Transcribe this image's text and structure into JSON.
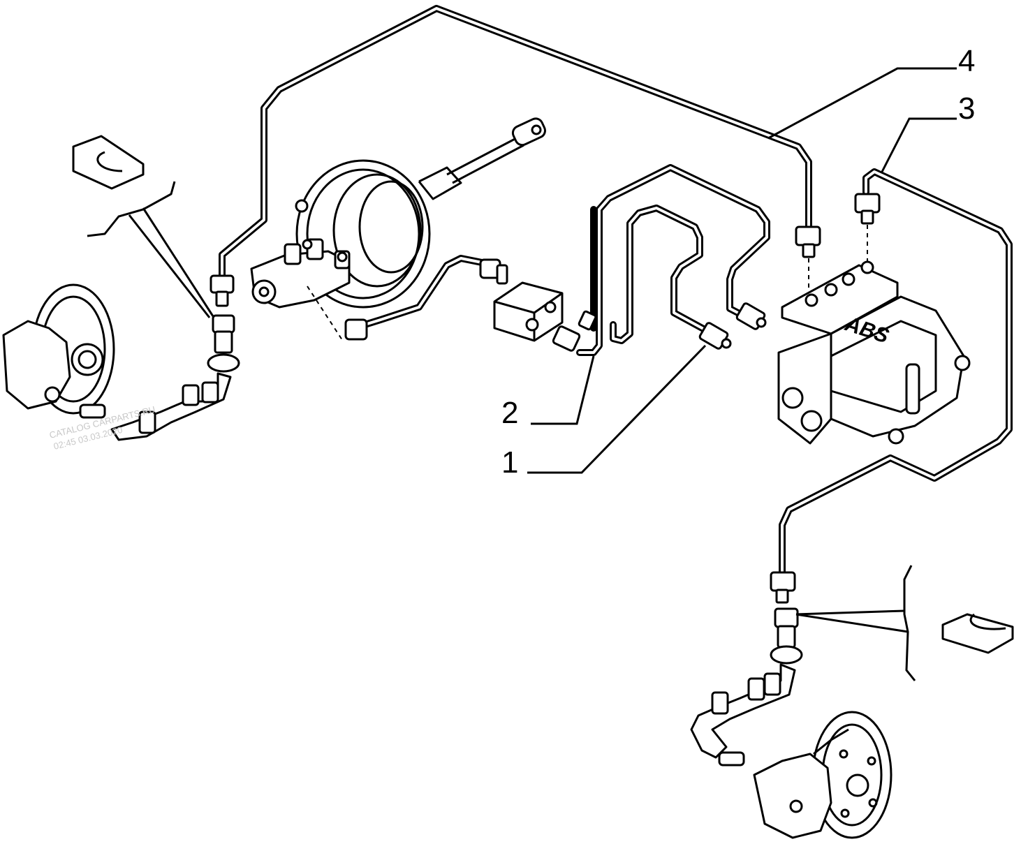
{
  "diagram": {
    "callouts": [
      {
        "id": "1",
        "text": "1"
      },
      {
        "id": "2",
        "text": "2"
      },
      {
        "id": "3",
        "text": "3"
      },
      {
        "id": "4",
        "text": "4"
      }
    ],
    "abs_unit_label": "ABS",
    "watermark": {
      "line1": "CATALOG CARPARTS.RU",
      "line2": "02:45 03.03.2020"
    }
  }
}
